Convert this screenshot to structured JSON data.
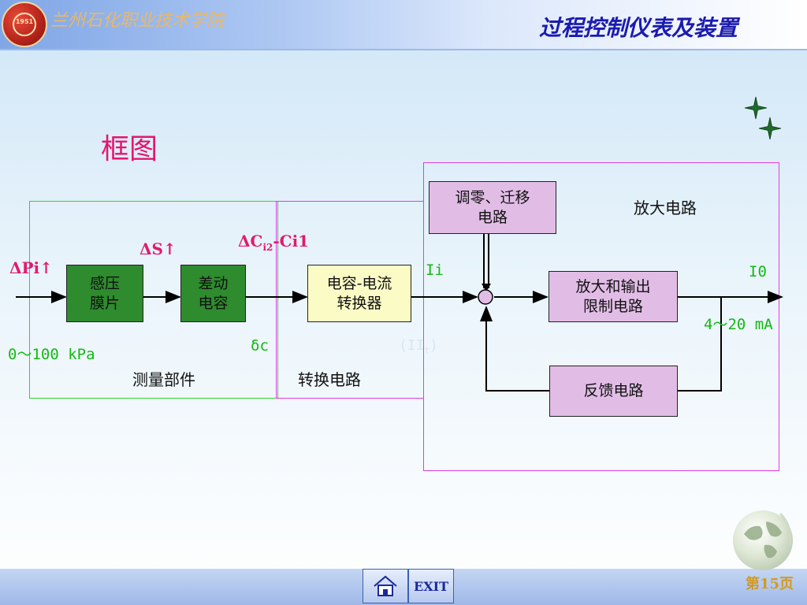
{
  "header": {
    "school_name": "兰州石化职业技术学院",
    "course_title": "过程控制仪表及装置",
    "logo_text": "1951"
  },
  "page_heading": "框图",
  "diagram": {
    "regions": {
      "measure_label": "测量部件",
      "convert_label": "转换电路",
      "amplify_label": "放大电路"
    },
    "blocks": {
      "diaphragm": "感压\n膜片",
      "diff_capacitor": "差动\n电容",
      "cap_current_converter": "电容-电流\n转换器",
      "zero_shift": "调零、迁移\n电路",
      "amp_output_limit": "放大和输出\n限制电路",
      "feedback": "反馈电路"
    },
    "labels": {
      "delta_pi": "ΔPi↑",
      "delta_s": "ΔS↑",
      "delta_c_main": "ΔC",
      "delta_c_sub": "i2",
      "delta_c_tail": "-Ci1",
      "input_range": "0～100 kPa",
      "delta_c_small": "δc",
      "ii": "Ii",
      "io": "I0",
      "output_range": "4～20 mA",
      "faint_it": "(I",
      "faint_it2": "I",
      "faint_sub": "t",
      "faint_it_close": ")"
    }
  },
  "footer": {
    "exit_label": "EXIT",
    "page_number": "第15页"
  },
  "colors": {
    "pink": "#e5156f",
    "green": "#13b913",
    "region_green": "#2fd42f",
    "region_magenta": "#e23ce2"
  }
}
